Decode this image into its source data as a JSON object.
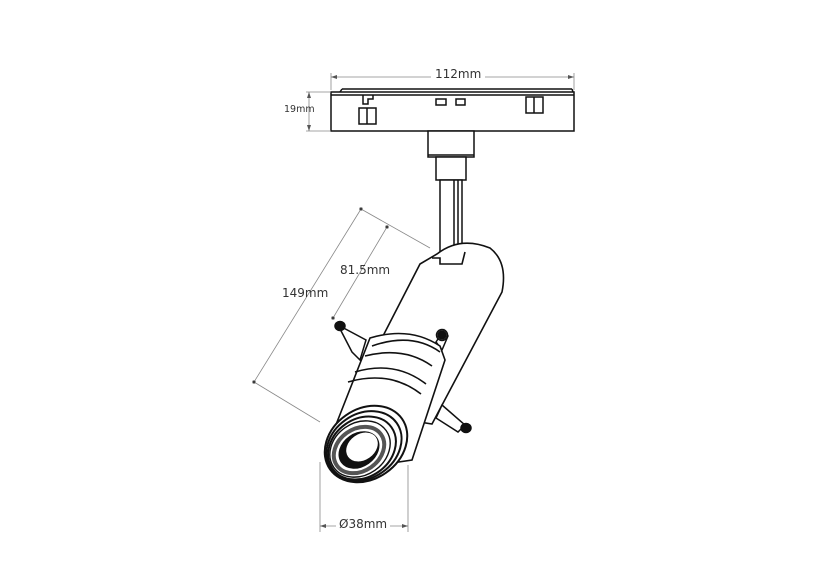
{
  "diagram": {
    "subject": "Track spotlight technical dimension drawing",
    "colors": {
      "line": "#111111",
      "dimension_line": "#888888",
      "text": "#333333",
      "background": "#ffffff"
    },
    "dimensions": {
      "adapter_width": "112mm",
      "adapter_height": "19mm",
      "total_length": "149mm",
      "body_length": "81.5mm",
      "diameter": "Ø38mm"
    },
    "components": [
      "track-adapter",
      "stem",
      "cylinder-body",
      "focus-ring",
      "lens",
      "adjustment-knobs"
    ]
  }
}
